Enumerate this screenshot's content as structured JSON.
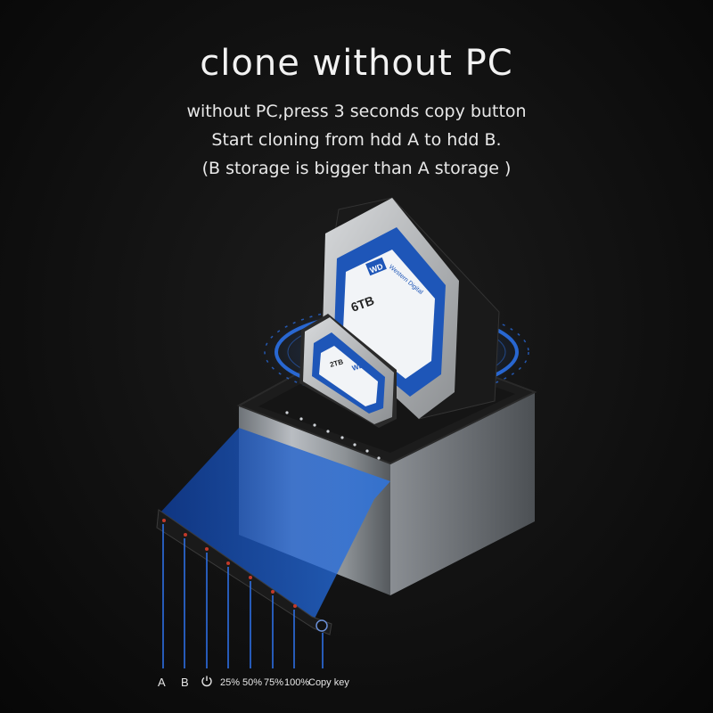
{
  "header": {
    "title": "clone without PC",
    "line1": "without PC,press 3 seconds copy button",
    "line2": "Start cloning from hdd A to hdd B.",
    "line3": "(B storage is bigger than A storage )"
  },
  "drives": {
    "large": {
      "brand": "WD",
      "brand_text": "Western Digital",
      "capacity": "6TB"
    },
    "small": {
      "brand": "WD",
      "capacity": "2TB"
    }
  },
  "indicators": {
    "labels": [
      "A",
      "B",
      "",
      "25%",
      "50%",
      "75%",
      "100%",
      "Copy key"
    ],
    "power_icon": "power-icon"
  },
  "colors": {
    "accent": "#1e64d8",
    "background": "#111111",
    "dock_body": "#9a9ea3",
    "dock_top": "#1b1b1b"
  }
}
